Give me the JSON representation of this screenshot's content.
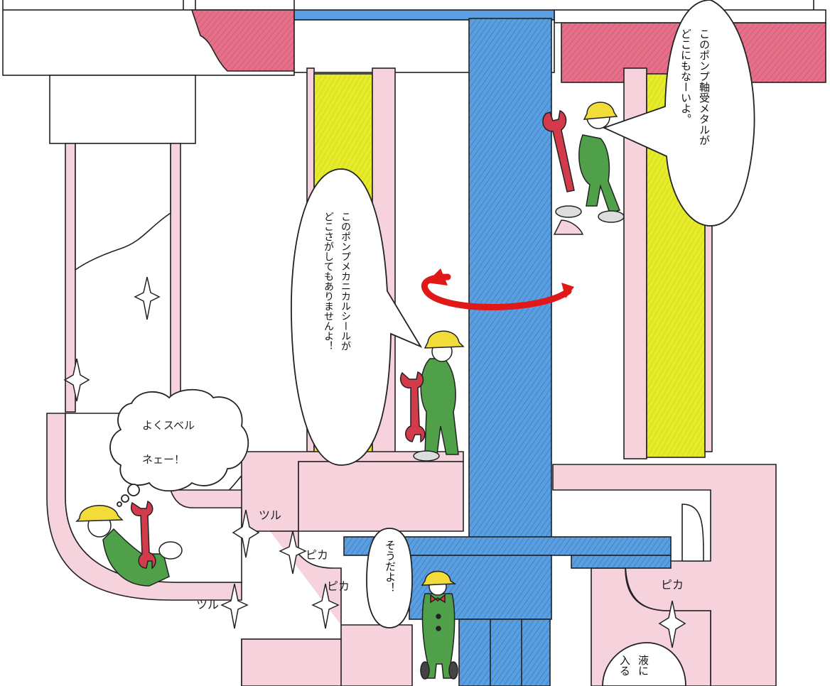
{
  "illustration": {
    "colors": {
      "pink_fill": "#f6d2dc",
      "red_flange": "#e5708a",
      "blue_shaft": "#5b9fe0",
      "yellow_sleeve": "#e6ec2c",
      "worker_green": "#4fa048",
      "helmet_yellow": "#f1dc3a",
      "wrench_red": "#d43b4a",
      "arrow_red": "#e01818",
      "outline": "#222222"
    },
    "bubbles": {
      "top_right": "このポンプ軸受メタルが\nどこにもなーいよ。",
      "middle": "このポンプメカニカルシールが\nどこさがしてもありませんよ！",
      "thought_line1": "よくスベル",
      "thought_line2": "ネェー！",
      "small": "そうだよ！",
      "bottom_partial": "液に\n入る"
    },
    "sfx": {
      "tsuru_1": "ツル",
      "tsuru_2": "ツル",
      "pika_1": "ピカ",
      "pika_2": "ピカ",
      "pika_3": "ピカ"
    }
  }
}
